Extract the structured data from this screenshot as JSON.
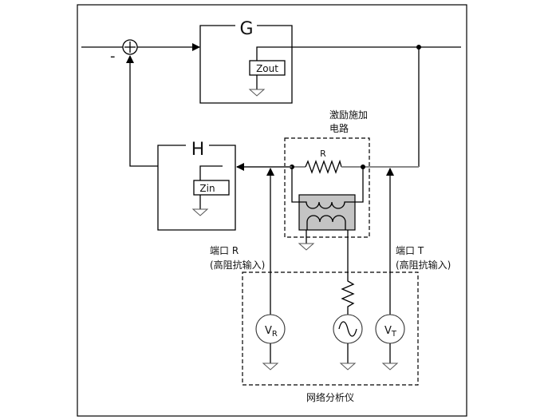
{
  "blocks": {
    "g_label": "G",
    "h_label": "H",
    "zout_label": "Zout",
    "zin_label": "Zin"
  },
  "summer": {
    "sign_plus": "+",
    "sign_minus": "-"
  },
  "injection": {
    "title_line1": "激励施加",
    "title_line2": "电路",
    "resistor_label": "R"
  },
  "ports": {
    "r_line1": "端口 R",
    "r_line2": "(高阻抗输入)",
    "t_line1": "端口 T",
    "t_line2": "(高阻抗输入)"
  },
  "analyzer": {
    "title": "网络分析仪",
    "vr_main": "V",
    "vr_sub": "R",
    "vt_main": "V",
    "vt_sub": "T"
  },
  "colors": {
    "transformer_fill": "#c4c4c4",
    "wire": "#000000"
  }
}
